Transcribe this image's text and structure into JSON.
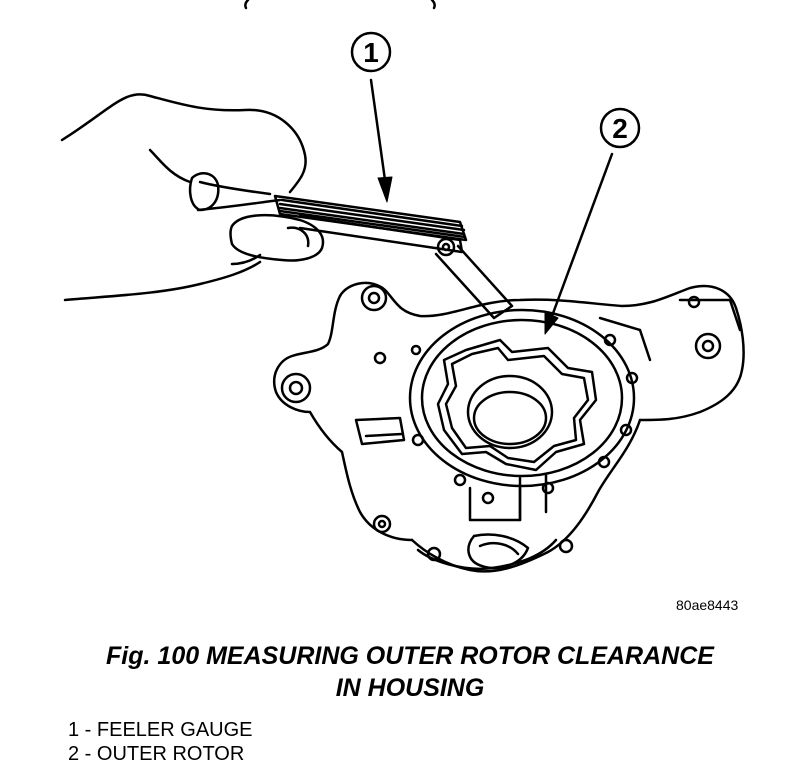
{
  "figure": {
    "callouts": [
      {
        "number": "1"
      },
      {
        "number": "2"
      }
    ],
    "image_code": "80ae8443"
  },
  "caption": {
    "line1": "Fig. 100 MEASURING OUTER ROTOR CLEARANCE",
    "line2": "IN HOUSING"
  },
  "legend": [
    {
      "text": "1 - FEELER GAUGE"
    },
    {
      "text": "2 - OUTER ROTOR"
    }
  ]
}
